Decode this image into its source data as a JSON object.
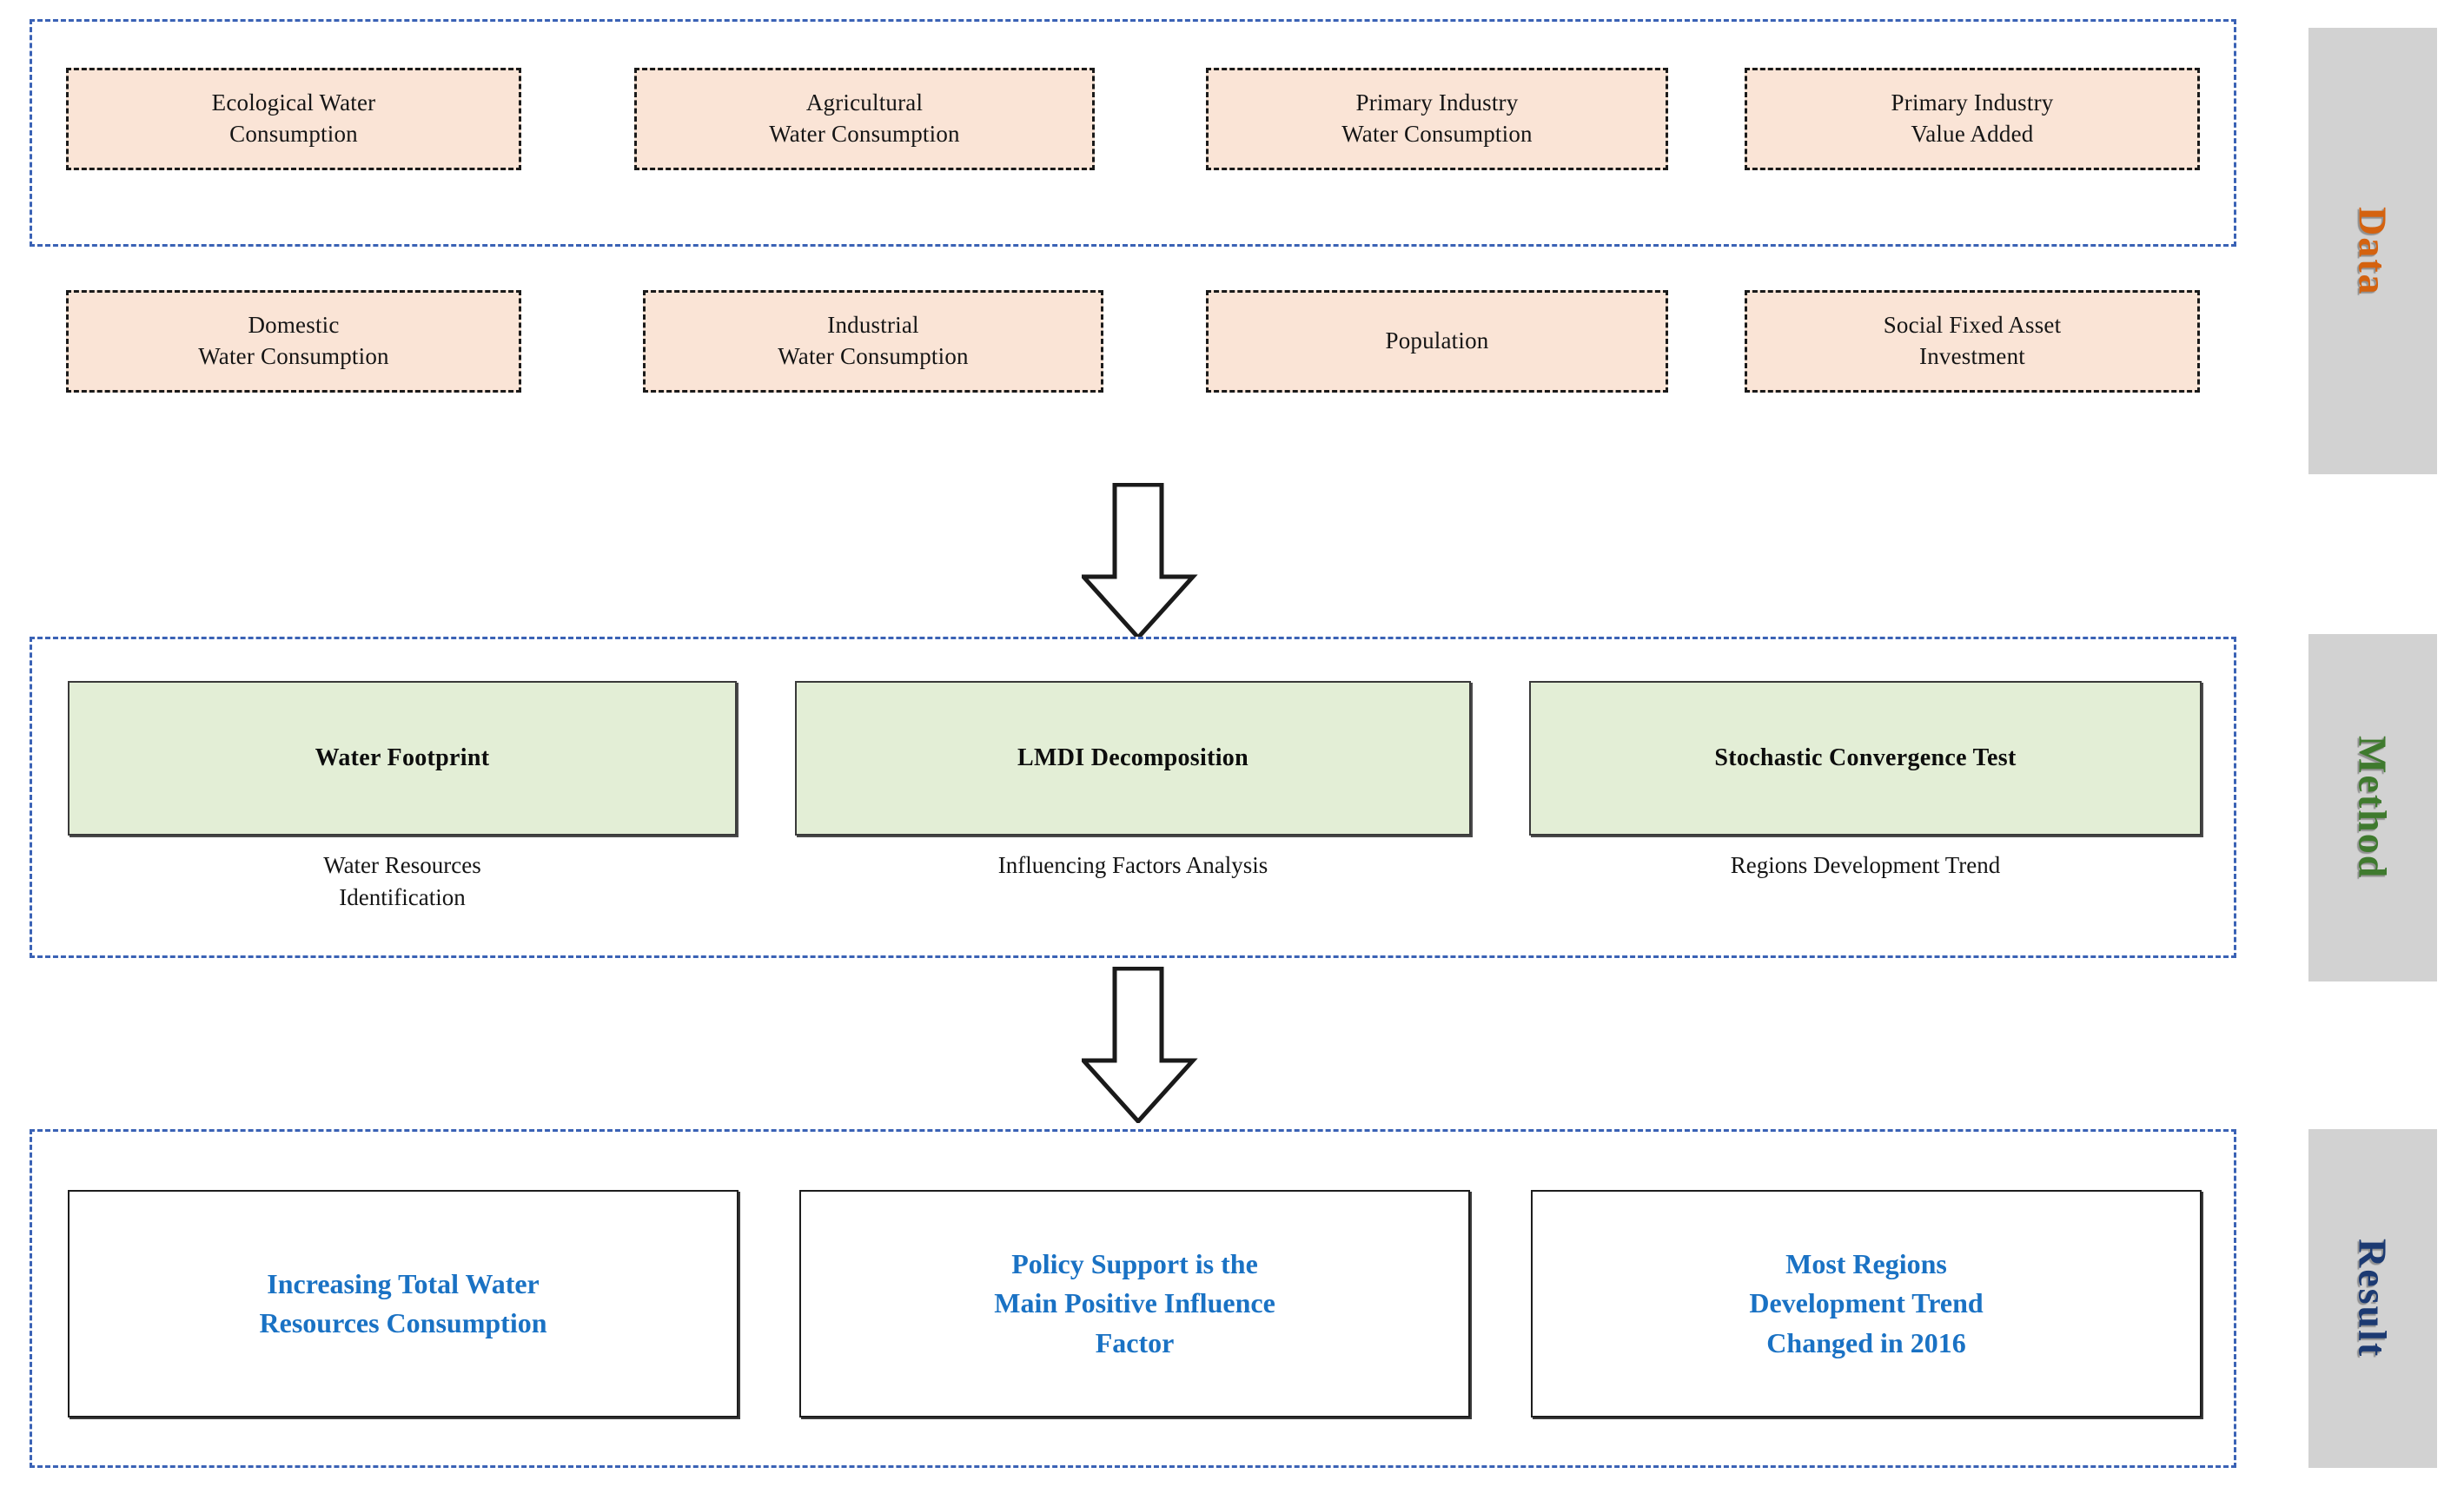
{
  "diagram": {
    "title": "Research Framework Flowchart",
    "colors": {
      "data_box_fill": "#fae4d6",
      "data_box_border": "#1a1a1a",
      "method_box_fill": "#e3eed6",
      "method_box_border": "#3a3a3a",
      "result_box_fill": "#ffffff",
      "result_text": "#1a72c4",
      "section_border": "#3a62b5",
      "side_tab_fill": "#d2d2d2",
      "data_label": "#d4620f",
      "method_label": "#3f7a2e",
      "result_label": "#1c3a72"
    }
  },
  "sections": {
    "data": {
      "label": "Data",
      "boxes": [
        {
          "line1": "Ecological Water",
          "line2": "Consumption"
        },
        {
          "line1": "Agricultural",
          "line2": "Water Consumption"
        },
        {
          "line1": "Primary Industry",
          "line2": "Water Consumption"
        },
        {
          "line1": "Primary Industry",
          "line2": "Value Added"
        },
        {
          "line1": "Domestic",
          "line2": "Water Consumption"
        },
        {
          "line1": "Industrial",
          "line2": "Water Consumption"
        },
        {
          "line1": "Population",
          "line2": ""
        },
        {
          "line1": "Social Fixed Asset",
          "line2": "Investment"
        }
      ]
    },
    "method": {
      "label": "Method",
      "boxes": [
        {
          "title": "Water Footprint",
          "caption_line1": "Water Resources",
          "caption_line2": "Identification"
        },
        {
          "title": "LMDI  Decomposition",
          "caption_line1": "Influencing Factors Analysis",
          "caption_line2": ""
        },
        {
          "title": "Stochastic Convergence Test",
          "caption_line1": "Regions Development Trend",
          "caption_line2": ""
        }
      ]
    },
    "result": {
      "label": "Result",
      "boxes": [
        {
          "line1": "Increasing Total Water",
          "line2": "Resources Consumption",
          "line3": ""
        },
        {
          "line1": "Policy Support is the",
          "line2": "Main Positive Influence",
          "line3": "Factor"
        },
        {
          "line1": "Most Regions",
          "line2": "Development Trend",
          "line3": "Changed in 2016"
        }
      ]
    }
  },
  "arrows": [
    {
      "name": "data-to-method",
      "direction": "down"
    },
    {
      "name": "method-to-result",
      "direction": "down"
    }
  ]
}
